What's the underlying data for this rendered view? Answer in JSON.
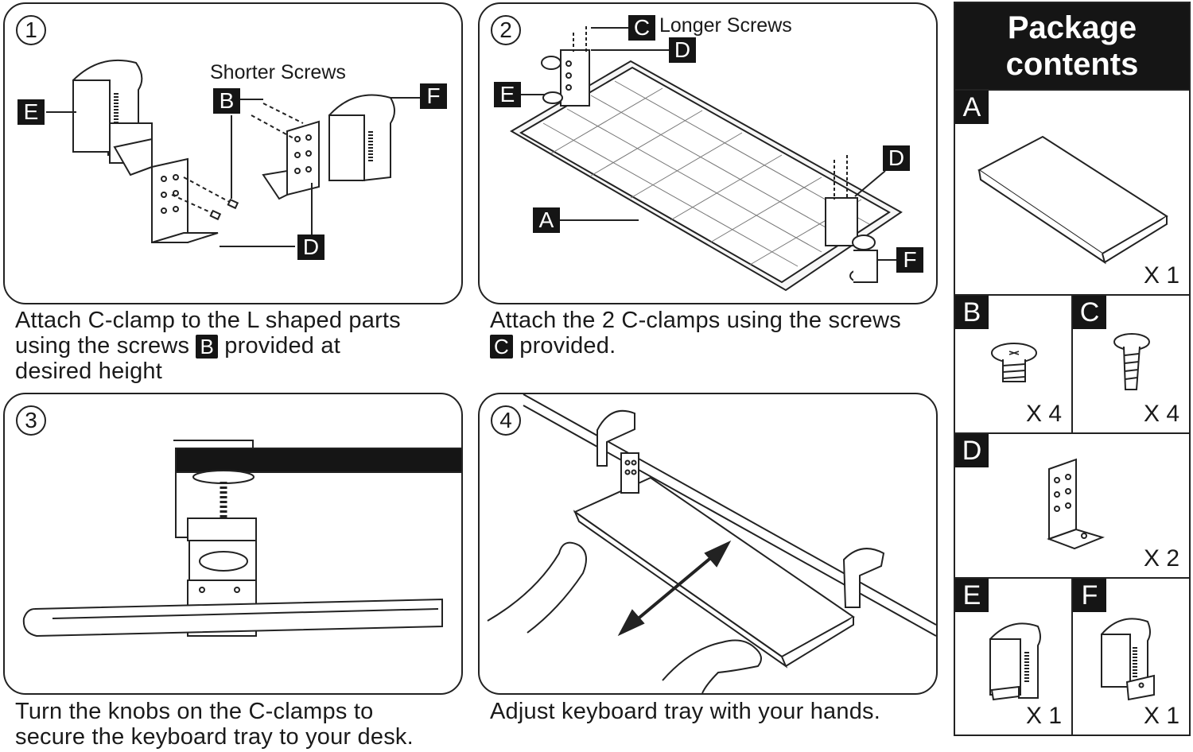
{
  "steps": [
    {
      "number": "1",
      "caption_line1": "Attach C-clamp to the L shaped parts",
      "caption_line2_pre": "using the screws",
      "caption_tag": "B",
      "caption_line2_post": "provided at",
      "caption_line3": "desired height",
      "labels": {
        "shorter_screws": "Shorter Screws",
        "b": "B",
        "e": "E",
        "f": "F",
        "d": "D"
      }
    },
    {
      "number": "2",
      "caption_line1": "Attach the 2 C-clamps using the screws",
      "caption_tag": "C",
      "caption_line2_post": "provided.",
      "labels": {
        "longer_screws": "Longer Screws",
        "c": "C",
        "d_top": "D",
        "d_right": "D",
        "e": "E",
        "a": "A",
        "f": "F"
      }
    },
    {
      "number": "3",
      "caption_line1": "Turn the knobs on the C-clamps to",
      "caption_line2": "secure the keyboard tray to your desk."
    },
    {
      "number": "4",
      "caption_line1": "Adjust keyboard tray with your hands."
    }
  ],
  "package": {
    "title_line1": "Package",
    "title_line2": "contents",
    "items": [
      {
        "letter": "A",
        "qty": "X 1"
      },
      {
        "letter": "B",
        "qty": "X 4"
      },
      {
        "letter": "C",
        "qty": "X 4"
      },
      {
        "letter": "D",
        "qty": "X 2"
      },
      {
        "letter": "E",
        "qty": "X 1"
      },
      {
        "letter": "F",
        "qty": "X 1"
      }
    ]
  }
}
